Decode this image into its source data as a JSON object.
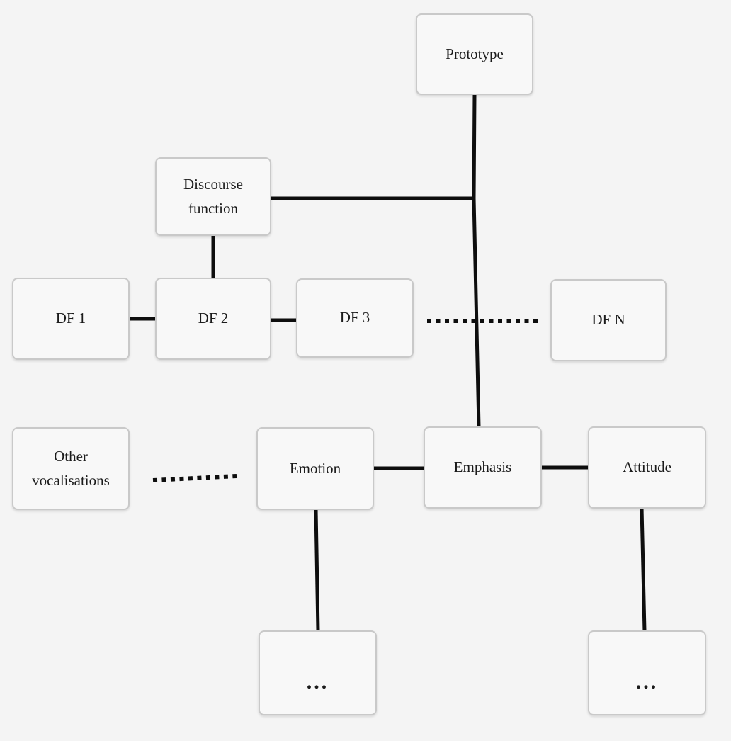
{
  "theme": {
    "background": "#f4f4f4",
    "node_fill": "#f8f8f8",
    "node_border": "#c9c9c9",
    "line_color": "#0d0d0d",
    "text_color": "#1b1b1b"
  },
  "nodes": {
    "prototype": {
      "label": "Prototype"
    },
    "discourse_function": {
      "label": "Discourse function"
    },
    "df_1": {
      "label": "DF 1"
    },
    "df_2": {
      "label": "DF 2"
    },
    "df_3": {
      "label": "DF 3"
    },
    "df_n": {
      "label": "DF N"
    },
    "other_vocalisations": {
      "label": "Other vocalisations"
    },
    "emotion": {
      "label": "Emotion"
    },
    "emphasis": {
      "label": "Emphasis"
    },
    "attitude": {
      "label": "Attitude"
    },
    "emotion_more": {
      "label": "..."
    },
    "attitude_more": {
      "label": "..."
    }
  },
  "edges": [
    {
      "from": "prototype",
      "to": "emphasis",
      "style": "solid"
    },
    {
      "from": "discourse_function",
      "to": "prototype-emphasis-trunk",
      "style": "solid"
    },
    {
      "from": "discourse_function",
      "to": "df_2",
      "style": "solid"
    },
    {
      "from": "df_1",
      "to": "df_2",
      "style": "solid"
    },
    {
      "from": "df_2",
      "to": "df_3",
      "style": "solid"
    },
    {
      "from": "df_3",
      "to": "df_n",
      "style": "dotted"
    },
    {
      "from": "other_vocalisations",
      "to": "emotion",
      "style": "dotted"
    },
    {
      "from": "emotion",
      "to": "emphasis",
      "style": "solid"
    },
    {
      "from": "emphasis",
      "to": "attitude",
      "style": "solid"
    },
    {
      "from": "emotion",
      "to": "emotion_more",
      "style": "solid"
    },
    {
      "from": "attitude",
      "to": "attitude_more",
      "style": "solid"
    }
  ]
}
